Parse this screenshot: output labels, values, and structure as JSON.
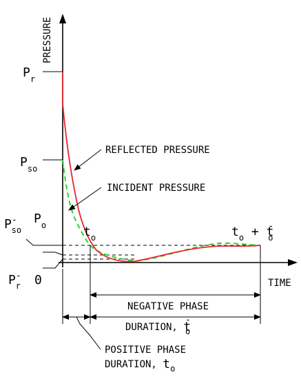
{
  "axes": {
    "y_label": "PRESSURE",
    "x_label": "TIME"
  },
  "symbols": {
    "pr": {
      "main": "P",
      "sub": "r"
    },
    "pso": {
      "main": "P",
      "sub": "so"
    },
    "po": {
      "main": "P",
      "sub": "o"
    },
    "pso_neg": {
      "main": "P",
      "sup": "-",
      "sub": "so"
    },
    "pr_neg": {
      "main": "P",
      "sup": "-",
      "sub": "r"
    },
    "zero": "0",
    "to": {
      "main": "t",
      "sub": "o"
    },
    "to_plus": {
      "t1": "t",
      "sub1": "o",
      "plus": " + ",
      "t2": "t",
      "sup2": "-",
      "sub2": "o"
    }
  },
  "annotations": {
    "reflected": "REFLECTED PRESSURE",
    "incident": "INCIDENT PRESSURE",
    "negative_phase_line1": "NEGATIVE PHASE",
    "negative_phase_line2_text": "DURATION, ",
    "negative_phase_line2_t": "t",
    "negative_phase_line2_sup": "-",
    "negative_phase_line2_sub": "o",
    "positive_phase_line1": "POSITIVE PHASE",
    "positive_phase_line2_text": "DURATION, ",
    "positive_phase_line2_t": "t",
    "positive_phase_line2_sub": "o"
  },
  "colors": {
    "reflected_curve": "#e8252b",
    "incident_curve": "#2bd12b",
    "axes": "#000000"
  }
}
